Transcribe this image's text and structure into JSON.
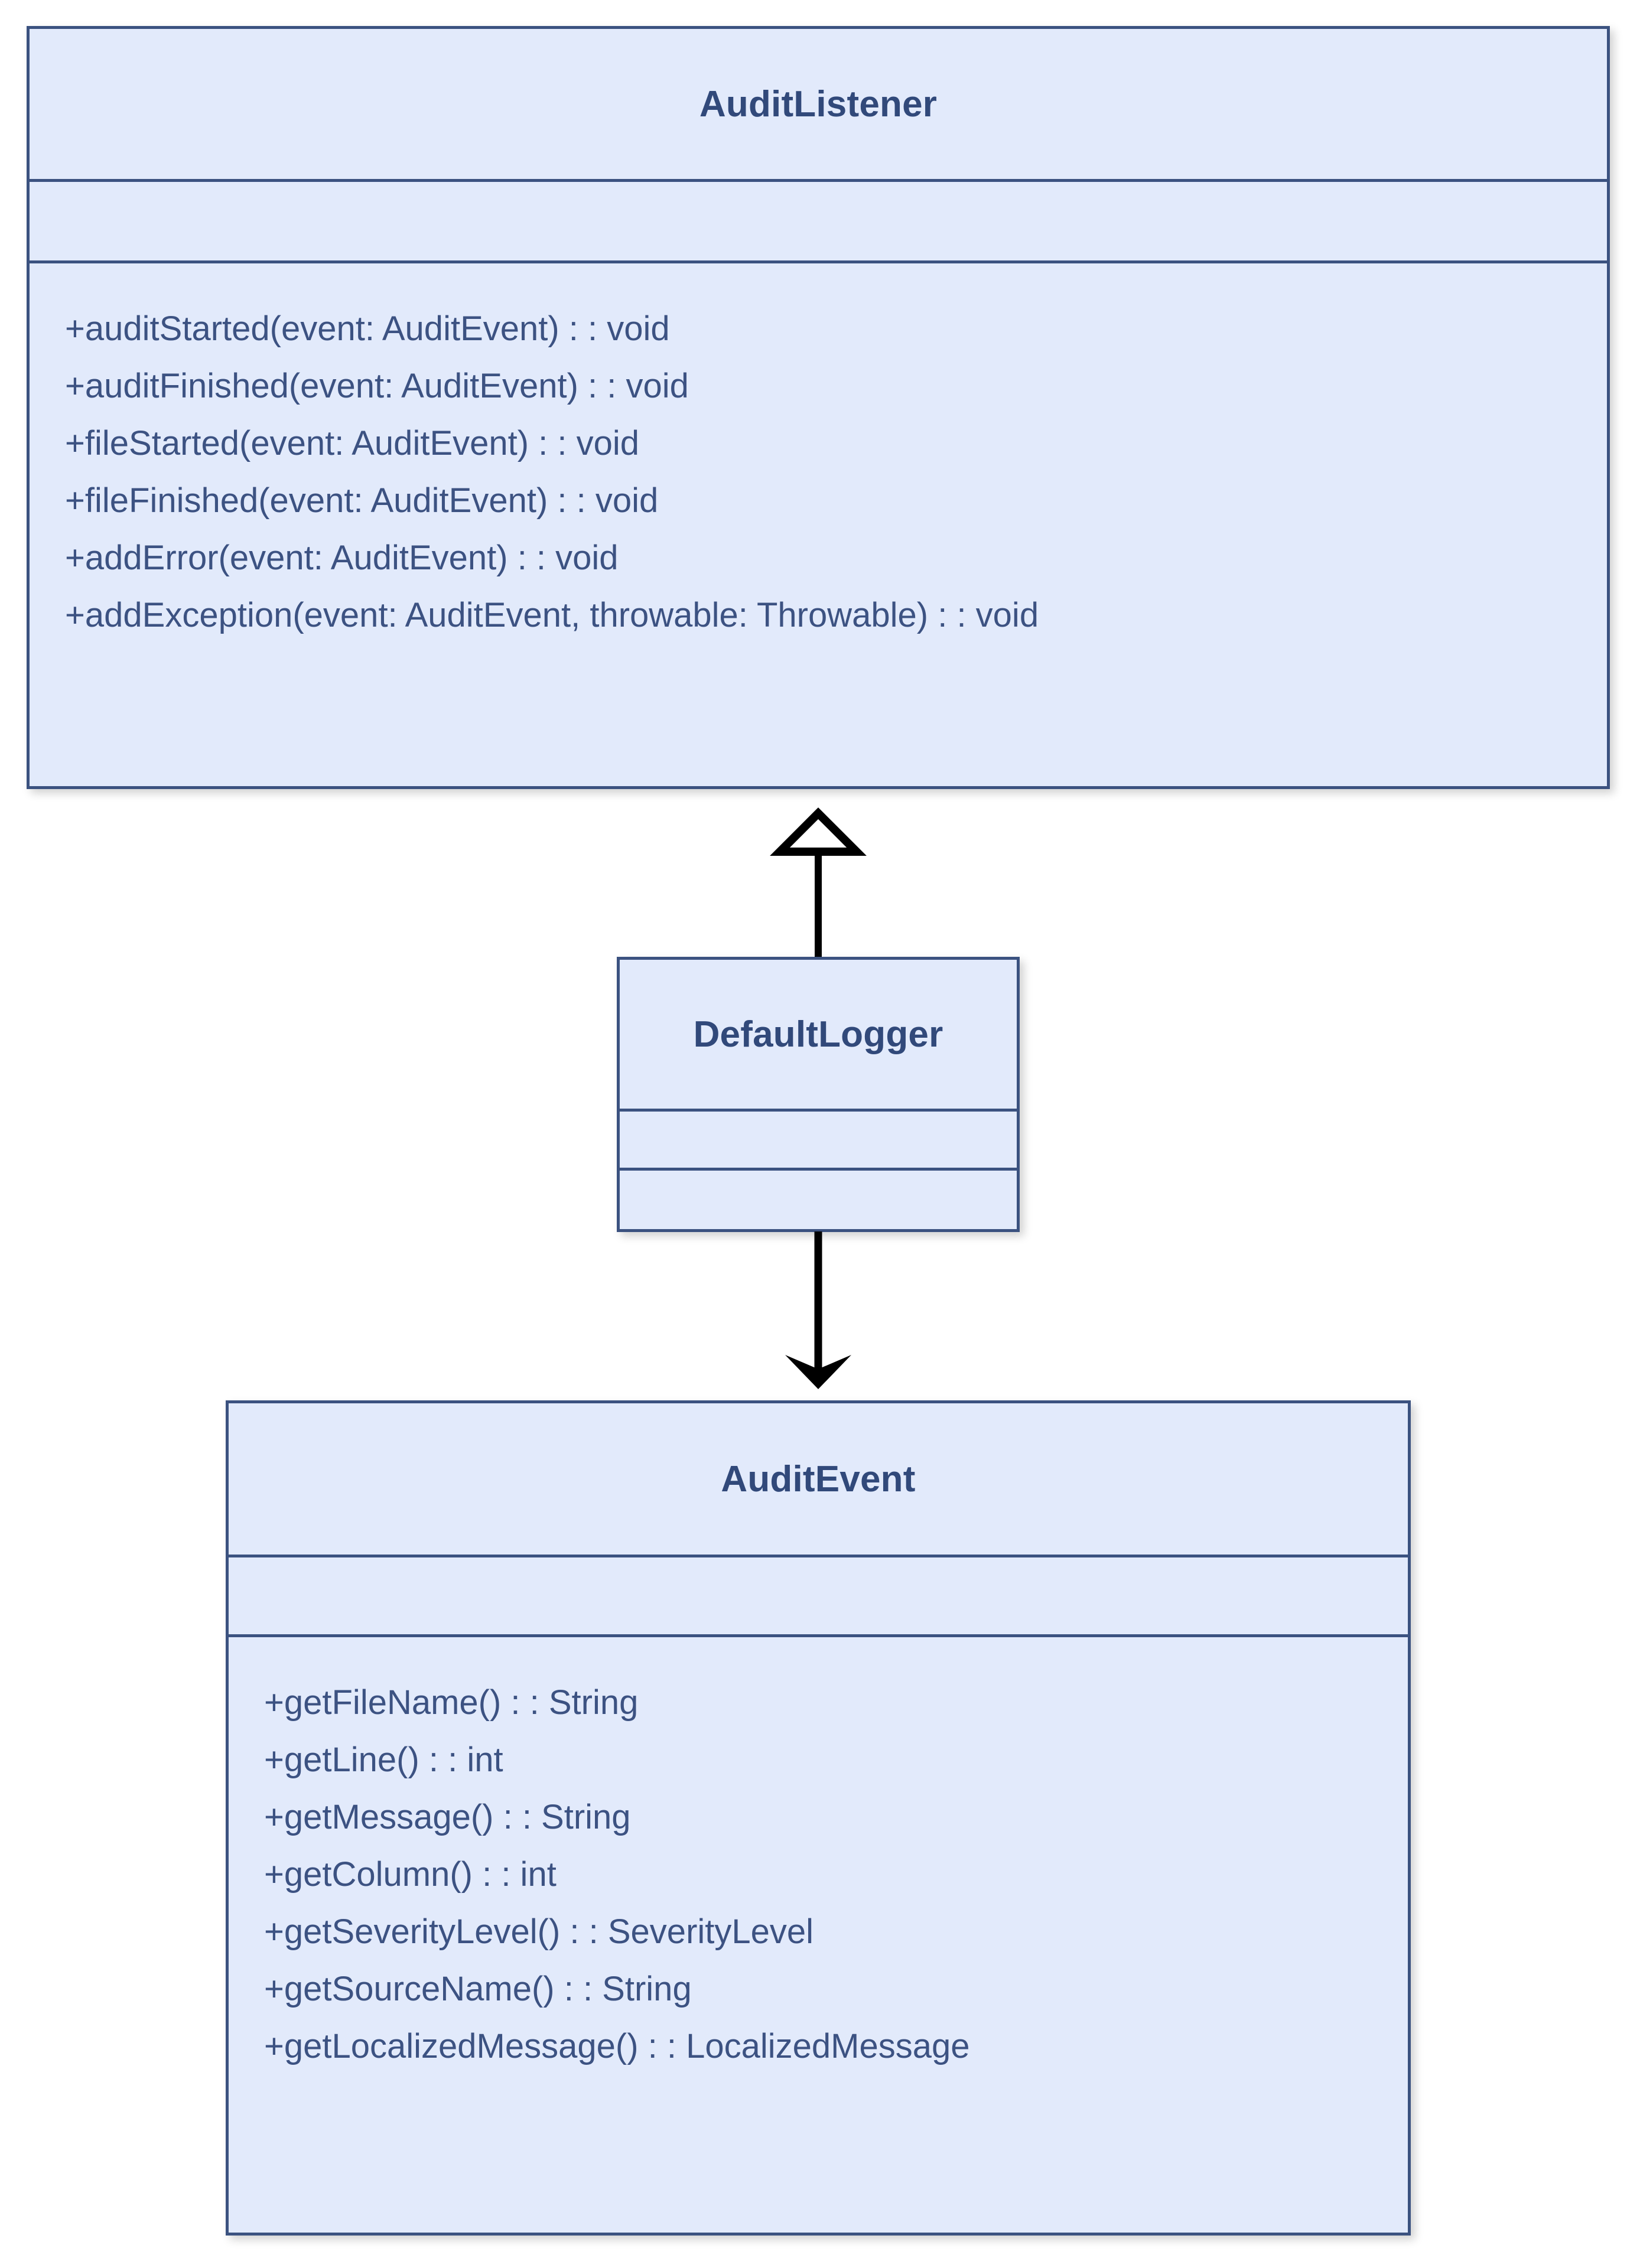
{
  "diagram": {
    "type": "uml-class-diagram",
    "title": "AuditListener / DefaultLogger / AuditEvent",
    "colors": {
      "box_fill": "#e2eafb",
      "box_border": "#3b5280",
      "title_text": "#31497a",
      "member_text": "#3c5282",
      "connector": "#000000",
      "background": "#ffffff"
    },
    "classes": [
      {
        "id": "auditlistener",
        "name": "AuditListener",
        "attributes": [],
        "operations": [
          "+auditStarted(event: AuditEvent) : : void",
          "+auditFinished(event: AuditEvent) : : void",
          "+fileStarted(event: AuditEvent) : : void",
          "+fileFinished(event: AuditEvent) : : void",
          "+addError(event: AuditEvent) : : void",
          "+addException(event: AuditEvent, throwable: Throwable) : : void"
        ]
      },
      {
        "id": "defaultlogger",
        "name": "DefaultLogger",
        "attributes": [],
        "operations": []
      },
      {
        "id": "auditevent",
        "name": "AuditEvent",
        "attributes": [],
        "operations": [
          "+getFileName() : : String",
          "+getLine() : : int",
          "+getMessage() : : String",
          "+getColumn() : : int",
          "+getSeverityLevel() : : SeverityLevel",
          "+getSourceName() : : String",
          "+getLocalizedMessage() : : LocalizedMessage"
        ]
      }
    ],
    "relationships": [
      {
        "id": "rel-generalization",
        "from": "DefaultLogger",
        "to": "AuditListener",
        "kind": "generalization",
        "arrowhead": "hollow-triangle",
        "line": "solid"
      },
      {
        "id": "rel-association",
        "from": "DefaultLogger",
        "to": "AuditEvent",
        "kind": "association",
        "arrowhead": "open-arrow",
        "line": "solid"
      }
    ]
  }
}
